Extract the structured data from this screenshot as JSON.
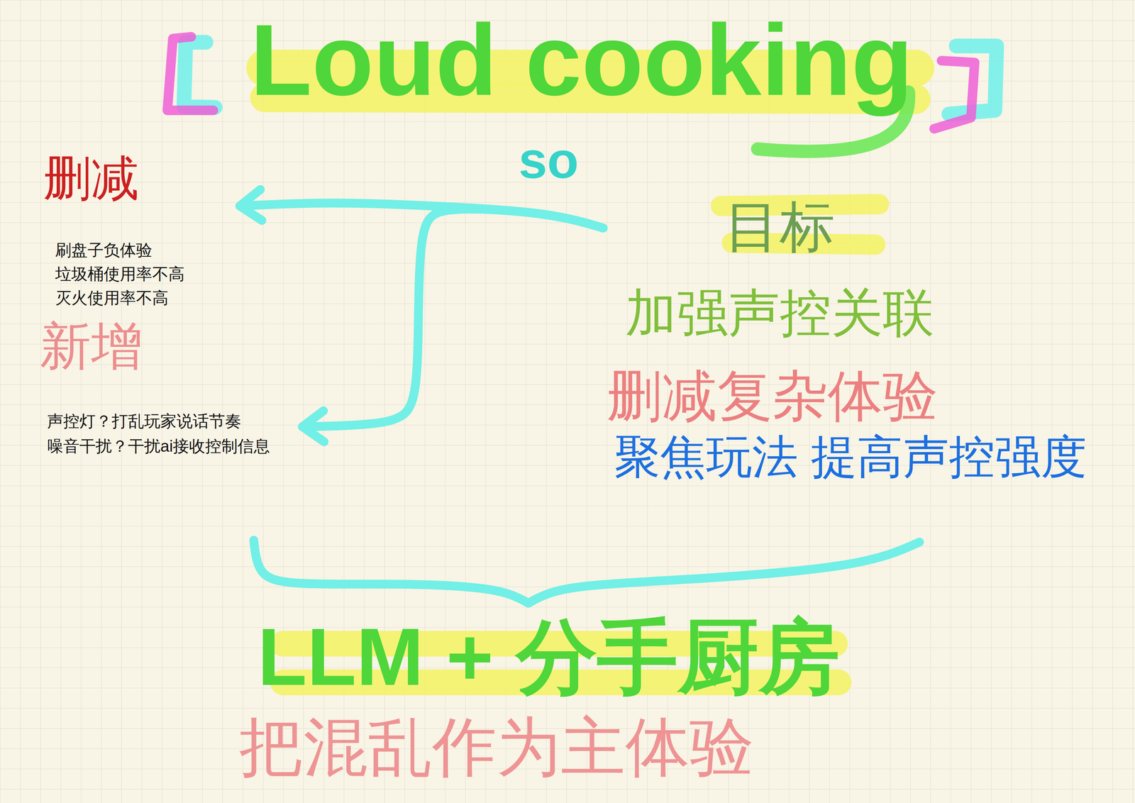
{
  "diagram": {
    "title": "Loud cooking",
    "nodes": [
      {
        "text": [
          "删减",
          "刷盘子负体验",
          "垃圾桶使用率不高",
          "灭火使用率不高"
        ]
      },
      {
        "text": [
          "目标",
          "加强声控关联",
          "删减复杂体验",
          "聚焦玩法 提高声控强度"
        ]
      },
      {
        "text": [
          "新增",
          "声控灯？打乱玩家说话节奏",
          "噪音干扰？干扰ai接收控制信息"
        ]
      },
      {
        "text": [
          "LLM + 分手厨房",
          "把混乱作为主体验"
        ]
      }
    ],
    "edges": [
      {
        "from": 1,
        "to": 0,
        "arrow": "to",
        "label": "so"
      },
      {
        "from": 1,
        "to": 2,
        "arrow": "to"
      },
      {
        "from": 2,
        "to": 3,
        "arrow": "none"
      },
      {
        "from": 1,
        "to": 3,
        "arrow": "none"
      }
    ]
  }
}
